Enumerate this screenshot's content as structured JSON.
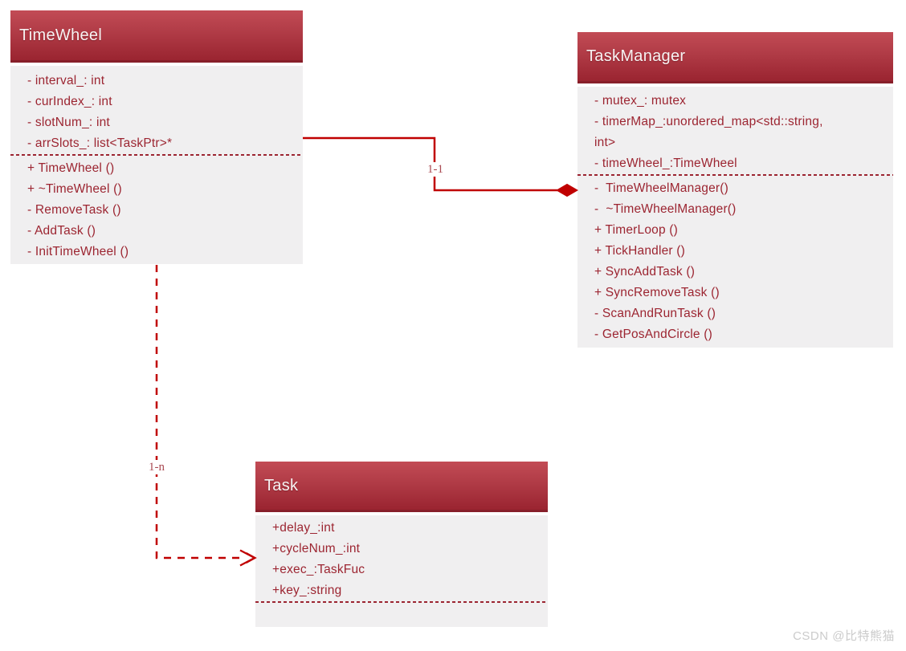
{
  "diagram": {
    "kind": "uml-class-diagram",
    "background_color": "#ffffff"
  },
  "classes": [
    {
      "id": "timewheel",
      "title": "TimeWheel",
      "attributes": [
        "- interval_: int",
        "- curIndex_: int",
        "- slotNum_: int",
        "- arrSlots_: list<TaskPtr>*"
      ],
      "methods": [
        "+ TimeWheel ()",
        "+ ~TimeWheel ()",
        "- RemoveTask ()",
        "- AddTask ()",
        "- InitTimeWheel ()"
      ]
    },
    {
      "id": "taskmanager",
      "title": "TaskManager",
      "attributes": [
        "- mutex_: mutex",
        "- timerMap_:unordered_map<std::string,\nint>",
        "- timeWheel_:TimeWheel"
      ],
      "methods": [
        "-  TimeWheelManager()",
        "-  ~TimeWheelManager()",
        "+ TimerLoop ()",
        "+ TickHandler ()",
        "+ SyncAddTask ()",
        "+ SyncRemoveTask ()",
        "- ScanAndRunTask ()",
        "- GetPosAndCircle ()"
      ]
    },
    {
      "id": "task",
      "title": "Task",
      "attributes": [
        "+delay_:int",
        "+cycleNum_:int",
        "+exec_:TaskFuc",
        "+key_:string"
      ],
      "methods": []
    }
  ],
  "relationships": [
    {
      "from": "TimeWheel",
      "to": "TaskManager",
      "type": "composition",
      "line_style": "solid",
      "multiplicity": "1-1"
    },
    {
      "from": "TimeWheel",
      "to": "Task",
      "type": "dependency",
      "line_style": "dashed",
      "multiplicity": "1-n"
    }
  ],
  "watermark": "CSDN @比特熊猫",
  "colors": {
    "header_gradient_top": "#c24b55",
    "header_gradient_bottom": "#9a2430",
    "header_bottom_edge": "#871f2a",
    "class_body_bg": "#f0eff0",
    "member_text": "#9c2531",
    "connector": "#c00000",
    "multiplicity_text": "#aa4a52",
    "watermark_text": "#cbcbcb"
  }
}
